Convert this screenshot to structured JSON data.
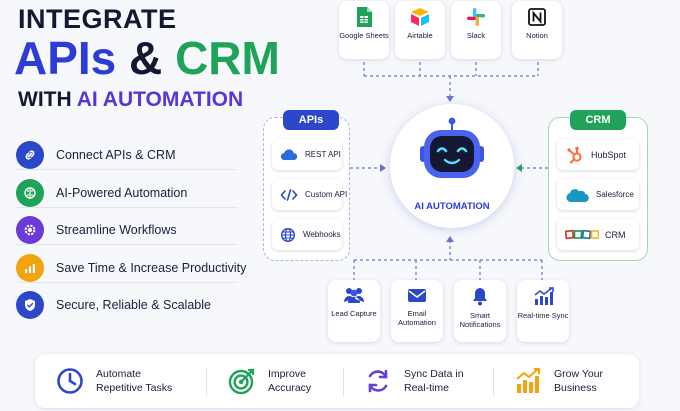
{
  "title": {
    "line1": "INTEGRATE",
    "line2_a": "APIs",
    "line2_b": "&",
    "line2_c": "CRM",
    "line3_a": "WITH",
    "line3_b": "AI AUTOMATION"
  },
  "features": [
    {
      "label": "Connect APIs & CRM",
      "icon": "link-icon",
      "color": "#2d47c9"
    },
    {
      "label": "AI-Powered Automation",
      "icon": "brain-icon",
      "color": "#1fa35a"
    },
    {
      "label": "Streamline Workflows",
      "icon": "gear-icon",
      "color": "#6a3bd6"
    },
    {
      "label": "Save Time & Increase Productivity",
      "icon": "chart-icon",
      "color": "#f2a30f"
    },
    {
      "label": "Secure, Reliable & Scalable",
      "icon": "shield-icon",
      "color": "#2d47c9"
    }
  ],
  "top_apps": [
    {
      "label": "Google Sheets",
      "icon": "google-sheets-icon"
    },
    {
      "label": "Airtable",
      "icon": "airtable-icon"
    },
    {
      "label": "Slack",
      "icon": "slack-icon"
    },
    {
      "label": "Notion",
      "icon": "notion-icon"
    }
  ],
  "apis": {
    "title": "APIs",
    "items": [
      {
        "label": "REST API",
        "icon": "cloud-icon"
      },
      {
        "label": "Custom API",
        "icon": "code-icon"
      },
      {
        "label": "Webhooks",
        "icon": "globe-icon"
      }
    ]
  },
  "crm": {
    "title": "CRM",
    "items": [
      {
        "label": "HubSpot",
        "icon": "hubspot-icon"
      },
      {
        "label": "Salesforce",
        "icon": "salesforce-icon"
      },
      {
        "label": "CRM",
        "icon": "zoho-icon"
      }
    ]
  },
  "hub": {
    "label": "AI AUTOMATION",
    "icon": "robot-icon"
  },
  "bottom_features": [
    {
      "label": "Lead Capture",
      "icon": "users-icon"
    },
    {
      "label": "Email Automation",
      "icon": "mail-icon"
    },
    {
      "label": "Smart Notifications",
      "icon": "bell-icon"
    },
    {
      "label": "Real-time Sync",
      "icon": "bar-chart-icon"
    }
  ],
  "benefits": [
    {
      "line1": "Automate",
      "line2": "Repetitive Tasks",
      "icon": "clock-icon"
    },
    {
      "line1": "Improve",
      "line2": "Accuracy",
      "icon": "target-icon"
    },
    {
      "line1": "Sync Data in",
      "line2": "Real-time",
      "icon": "sync-icon"
    },
    {
      "line1": "Grow Your",
      "line2": "Business",
      "icon": "growth-icon"
    }
  ],
  "colors": {
    "blue": "#2d3cd6",
    "green": "#1fa35a",
    "purple": "#5a35d8",
    "orange": "#f2a30f",
    "dark": "#141833"
  }
}
